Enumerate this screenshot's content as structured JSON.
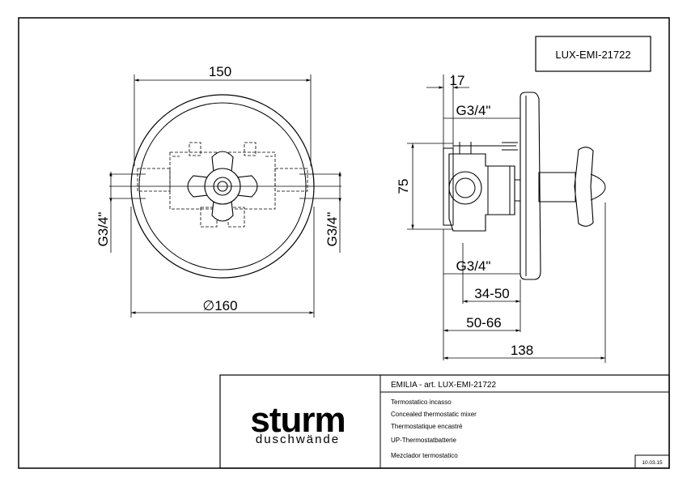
{
  "drawing": {
    "article_code_box": "LUX-EMI-21722",
    "front_view": {
      "width_dim": "150",
      "diameter_dim": "∅160",
      "left_connection": "G3/4\"",
      "right_connection": "G3/4\""
    },
    "side_view": {
      "top_dim": "17",
      "top_connection": "G3/4\"",
      "height_dim": "75",
      "bottom_connection": "G3/4\"",
      "depth_range_1": "34-50",
      "depth_range_2": "50-66",
      "overall_depth": "138"
    }
  },
  "title_block": {
    "brand": "sturm",
    "brand_sub": "duschwände",
    "product_line": "EMILIA - art. LUX-EMI-21722",
    "descriptions": [
      "Termostatico incasso",
      "Concealed thermostatic mixer",
      "Thermostatique encastré",
      "UP-Thermostatbatterie",
      "Mezclador termostatico"
    ],
    "date": "10.03.15"
  }
}
